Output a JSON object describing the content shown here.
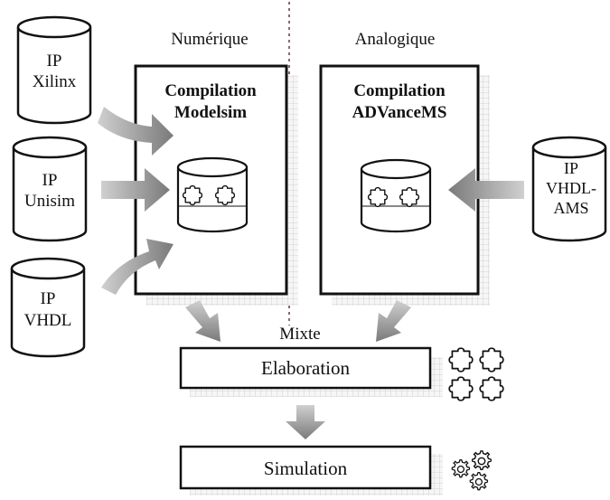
{
  "sections": {
    "numeric": "Numérique",
    "analog": "Analogique",
    "mixed": "Mixte"
  },
  "ip_sources": [
    {
      "line1": "IP",
      "line2": "Xilinx"
    },
    {
      "line1": "IP",
      "line2": "Unisim"
    },
    {
      "line1": "IP",
      "line2": "VHDL"
    }
  ],
  "ip_ams": {
    "line1": "IP",
    "line2": "VHDL-",
    "line3": "AMS"
  },
  "compilers": {
    "modelsim": {
      "line1": "Compilation",
      "line2": "Modelsim"
    },
    "advancems": {
      "line1": "Compilation",
      "line2": "ADVanceMS"
    }
  },
  "steps": {
    "elaboration": "Elaboration",
    "simulation": "Simulation"
  },
  "icons": {
    "puzzle": "puzzle-icon",
    "gears": "gears-icon"
  },
  "colors": {
    "outline": "#111111",
    "arrow": "#8c8c8c",
    "grid_shadow": "#d6d6d6",
    "divider": "#8a6a6a"
  }
}
